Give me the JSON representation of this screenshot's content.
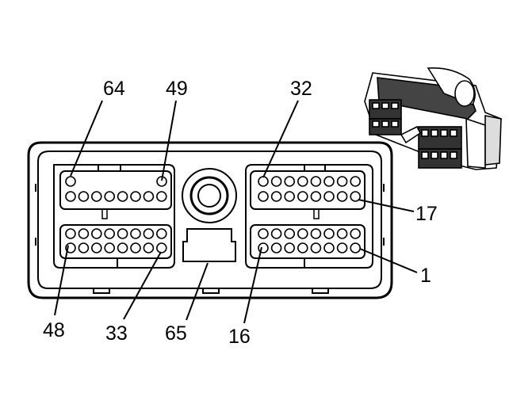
{
  "pin_labels": {
    "p64": "64",
    "p49": "49",
    "p32": "32",
    "p17": "17",
    "p1": "1",
    "p48": "48",
    "p33": "33",
    "p65": "65",
    "p16": "16"
  }
}
